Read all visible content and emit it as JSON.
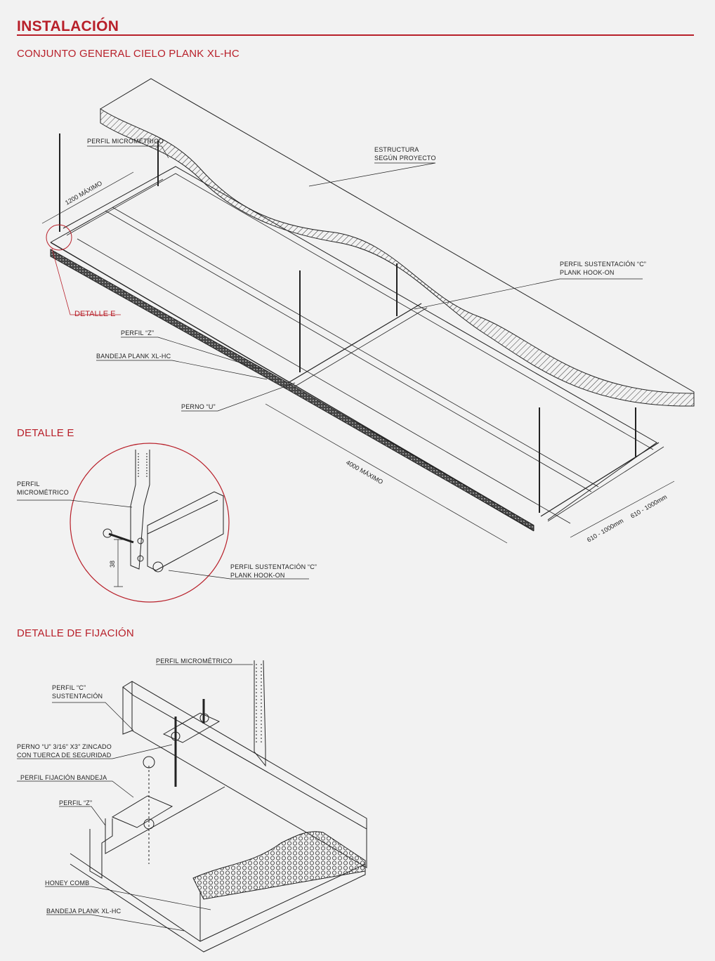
{
  "header": {
    "title": "INSTALACIÓN"
  },
  "sections": {
    "general": "CONJUNTO GENERAL CIELO PLANK XL-HC",
    "detail_e": "DETALLE E",
    "fixing": "DETALLE DE FIJACIÓN"
  },
  "general_labels": {
    "perfil_micrometrico": "PERFIL MICROMÉTRICO",
    "estructura_1": "ESTRUCTURA",
    "estructura_2": "SEGÚN PROYECTO",
    "sustentacion_1": "PERFIL SUSTENTACIÓN “C”",
    "sustentacion_2": "PLANK HOOK-ON",
    "detalle_e": "DETALLE E",
    "perfil_z": "PERFIL “Z”",
    "bandeja": "BANDEJA PLANK XL-HC",
    "perno_u": "PERNO “U”",
    "dim_1200": "1200 MÁXIMO",
    "dim_4000": "4000 MÁXIMO",
    "dim_610a": "610 - 1000mm",
    "dim_610b": "610 - 1000mm"
  },
  "detail_e_labels": {
    "perfil_1": "PERFIL",
    "perfil_2": "MICROMÉTRICO",
    "sust_1": "PERFIL SUSTENTACIÓN “C”",
    "sust_2": "PLANK HOOK-ON",
    "dim_38": "38"
  },
  "fixing_labels": {
    "micrometrico": "PERFIL MICROMÉTRICO",
    "perfil_c_1": "PERFIL “C”",
    "perfil_c_2": "SUSTENTACIÓN",
    "perno_1": "PERNO “U” 3/16” X3” ZINCADO",
    "perno_2": "CON TUERCA DE SEGURIDAD",
    "fijacion": "PERFIL FIJACIÓN BANDEJA",
    "perfil_z": "PERFIL “Z”",
    "honey": "HONEY COMB",
    "bandeja": "BANDEJA PLANK XL-HC"
  },
  "colors": {
    "accent": "#b8202a",
    "line": "#222222",
    "background": "#f2f2f2"
  }
}
